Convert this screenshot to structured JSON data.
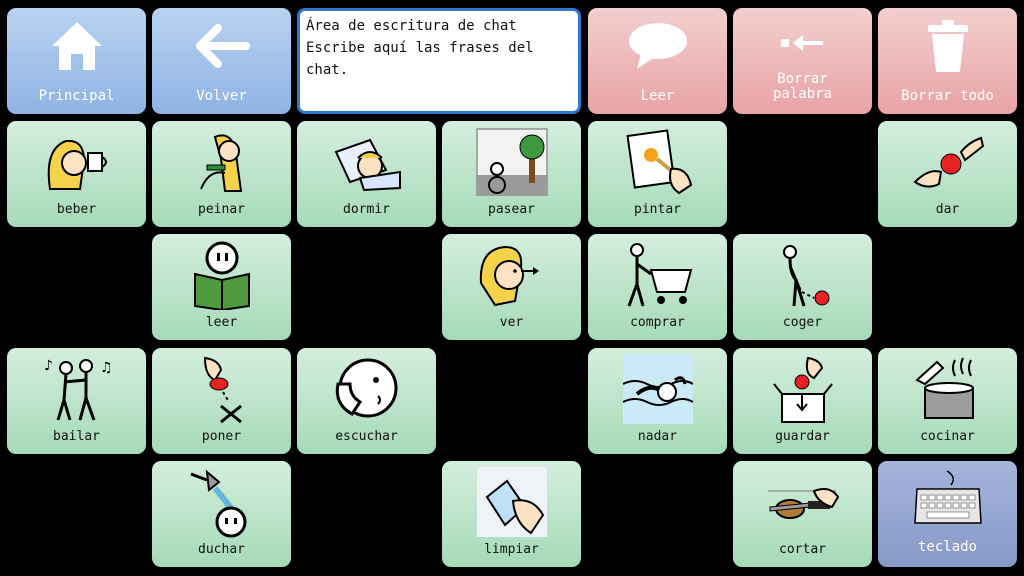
{
  "toolbar": {
    "home_label": "Principal",
    "back_label": "Volver",
    "speak_label": "Leer",
    "delete_word_label": "Borrar\npalabra",
    "delete_all_label": "Borrar todo"
  },
  "chat": {
    "line1": "Área de escritura de chat",
    "line2": "Escribe aquí las frases del chat."
  },
  "words": {
    "beber": "beber",
    "peinar": "peinar",
    "dormir": "dormir",
    "pasear": "pasear",
    "pintar": "pintar",
    "dar": "dar",
    "leer": "leer",
    "ver": "ver",
    "comprar": "comprar",
    "coger": "coger",
    "bailar": "bailar",
    "poner": "poner",
    "escuchar": "escuchar",
    "nadar": "nadar",
    "guardar": "guardar",
    "cocinar": "cocinar",
    "duchar": "duchar",
    "limpiar": "limpiar",
    "cortar": "cortar"
  },
  "keyboard": {
    "label": "teclado"
  },
  "colors": {
    "nav": "#a3c2ea",
    "action": "#ecb7b8",
    "word": "#bfe6cb",
    "keyboard": "#95a5d1",
    "chat_border": "#2f77d1"
  }
}
